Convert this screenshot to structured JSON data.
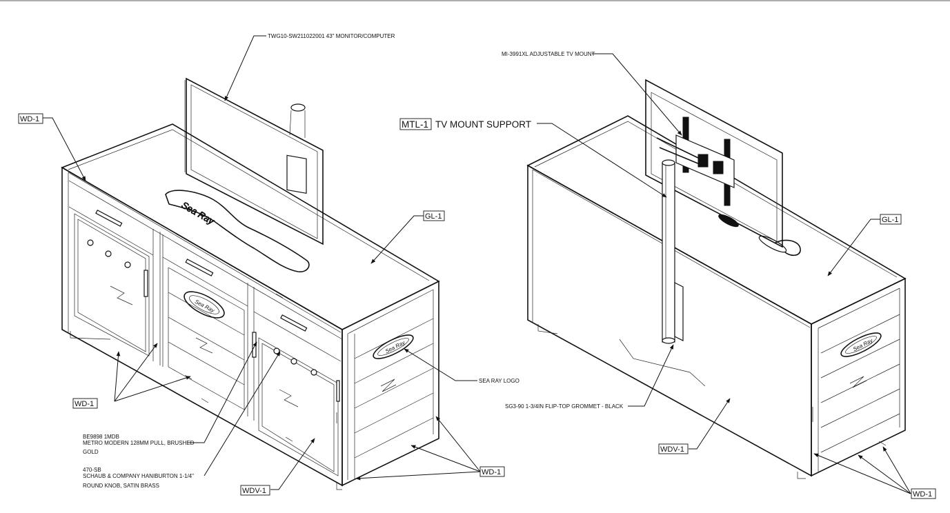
{
  "labels": {
    "monitor": "TWG10-SW211022001 43\" MONITOR/COMPUTER",
    "tv_mount": "MI-3991XL ADJUSTABLE TV MOUNT",
    "mtl_tag": "MTL-1",
    "mtl_text": "TV MOUNT SUPPORT",
    "wd1": "WD-1",
    "gl1": "GL-1",
    "wdv1": "WDV-1",
    "sea_ray_logo": "SEA RAY LOGO",
    "grommet": "SG3-90 1-3/4IN FLIP-TOP GROMMET - BLACK",
    "pull_line1": "BE9898 1MDB",
    "pull_line2": "METRO MODERN 128MM PULL, BRUSHED",
    "pull_line3": "GOLD",
    "knob_line1": "470-SB",
    "knob_line2": "SCHAUB & COMPANY HANIBURTON 1-1/4\"",
    "knob_line3": "ROUND KNOB, SATIN BRASS"
  },
  "colors": {
    "line": "#111111",
    "background": "#ffffff"
  }
}
